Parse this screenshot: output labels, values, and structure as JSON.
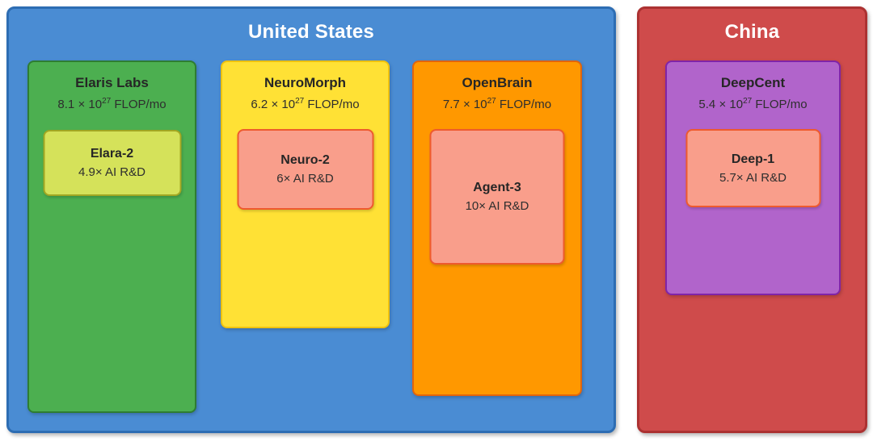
{
  "page": {
    "background": "#FFFFFF",
    "text_color": "#262626"
  },
  "countries": [
    {
      "name": "United States",
      "colors": {
        "fill": "#4A8CD3",
        "border": "#2D6DB3",
        "title": "#FFFFFF"
      },
      "labs": [
        {
          "name": "Elaris Labs",
          "flop_prefix": "8.1 × 10",
          "flop_exponent": "27",
          "flop_suffix": "FLOP/mo",
          "colors": {
            "fill": "#4CAF50",
            "border": "#2E7D32"
          },
          "model": {
            "name": "Elara-2",
            "rd": "4.9× AI R&D",
            "colors": {
              "fill": "#D5E25A",
              "border": "#A2A722"
            }
          }
        },
        {
          "name": "NeuroMorph",
          "flop_prefix": "6.2 × 10",
          "flop_exponent": "27",
          "flop_suffix": "FLOP/mo",
          "colors": {
            "fill": "#FFE135",
            "border": "#EFC20F"
          },
          "model": {
            "name": "Neuro-2",
            "rd": "6× AI R&D",
            "colors": {
              "fill": "#F99E8B",
              "border": "#EE5A2E"
            }
          }
        },
        {
          "name": "OpenBrain",
          "flop_prefix": "7.7 × 10",
          "flop_exponent": "27",
          "flop_suffix": "FLOP/mo",
          "colors": {
            "fill": "#FF9800",
            "border": "#E1650D"
          },
          "model": {
            "name": "Agent-3",
            "rd": "10× AI R&D",
            "colors": {
              "fill": "#F99E8B",
              "border": "#EE5A2E"
            }
          }
        }
      ]
    },
    {
      "name": "China",
      "colors": {
        "fill": "#CF4B4B",
        "border": "#AC3232",
        "title": "#FFFFFF"
      },
      "labs": [
        {
          "name": "DeepCent",
          "flop_prefix": "5.4 × 10",
          "flop_exponent": "27",
          "flop_suffix": "FLOP/mo",
          "colors": {
            "fill": "#B164CB",
            "border": "#8024A8"
          },
          "model": {
            "name": "Deep-1",
            "rd": "5.7× AI R&D",
            "colors": {
              "fill": "#F99E8B",
              "border": "#EE5A2E"
            }
          }
        }
      ]
    }
  ]
}
